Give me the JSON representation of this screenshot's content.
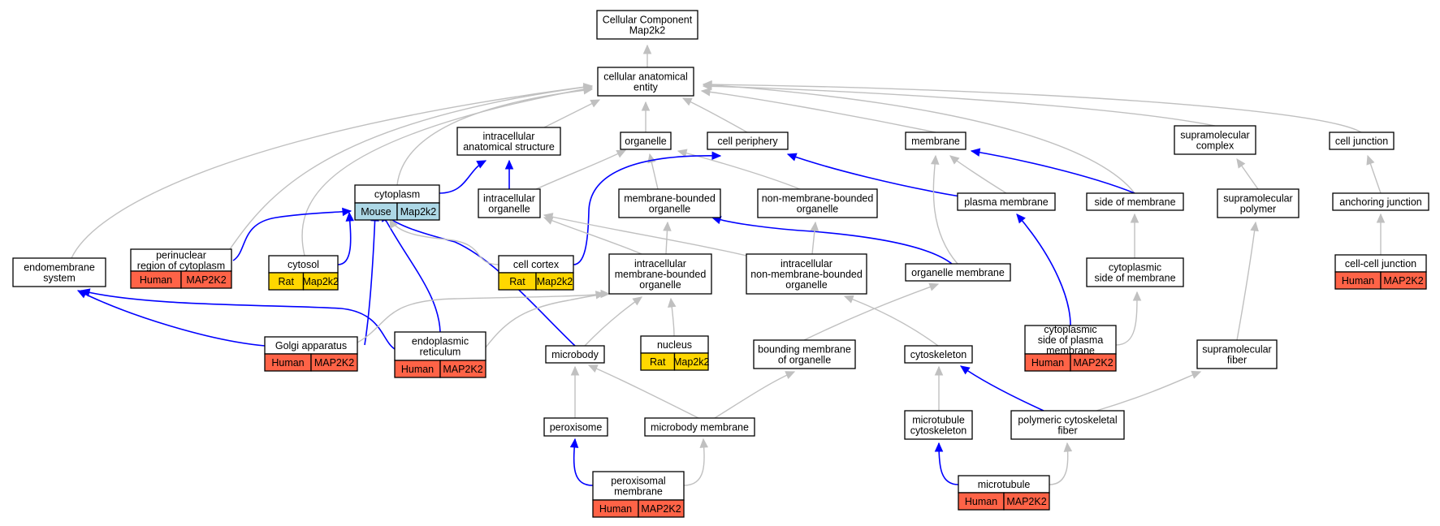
{
  "colors": {
    "mouse": "#add8e6",
    "rat": "#ffd700",
    "human": "#ff6347",
    "grey_edge": "#c0c0c0",
    "blue_edge": "#0000ff"
  },
  "nodes": {
    "root": {
      "lines": [
        "Cellular Component",
        "Map2k2"
      ]
    },
    "cae": {
      "lines": [
        "cellular anatomical",
        "entity"
      ]
    },
    "ias": {
      "lines": [
        "intracellular",
        "anatomical structure"
      ]
    },
    "organelle": {
      "lines": [
        "organelle"
      ]
    },
    "periphery": {
      "lines": [
        "cell periphery"
      ]
    },
    "membrane": {
      "lines": [
        "membrane"
      ]
    },
    "smcomplex": {
      "lines": [
        "supramolecular",
        "complex"
      ]
    },
    "junction": {
      "lines": [
        "cell junction"
      ]
    },
    "cytoplasm": {
      "lines": [
        "cytoplasm"
      ],
      "badges": [
        {
          "species": "Mouse",
          "gene": "Map2k2",
          "color": "mouse"
        }
      ]
    },
    "intorg": {
      "lines": [
        "intracellular",
        "organelle"
      ]
    },
    "mbo": {
      "lines": [
        "membrane-bounded",
        "organelle"
      ]
    },
    "nmbo": {
      "lines": [
        "non-membrane-bounded",
        "organelle"
      ]
    },
    "pm": {
      "lines": [
        "plasma membrane"
      ]
    },
    "som": {
      "lines": [
        "side of membrane"
      ]
    },
    "smpolymer": {
      "lines": [
        "supramolecular",
        "polymer"
      ]
    },
    "anchoring": {
      "lines": [
        "anchoring junction"
      ]
    },
    "endomem": {
      "lines": [
        "endomembrane",
        "system"
      ]
    },
    "perinuclear": {
      "lines": [
        "perinuclear",
        "region of cytoplasm"
      ],
      "badges": [
        {
          "species": "Human",
          "gene": "MAP2K2",
          "color": "human"
        }
      ]
    },
    "cytosol": {
      "lines": [
        "cytosol"
      ],
      "badges": [
        {
          "species": "Rat",
          "gene": "Map2k2",
          "color": "rat"
        }
      ]
    },
    "cortex": {
      "lines": [
        "cell cortex"
      ],
      "badges": [
        {
          "species": "Rat",
          "gene": "Map2k2",
          "color": "rat"
        }
      ]
    },
    "imbo": {
      "lines": [
        "intracellular",
        "membrane-bounded",
        "organelle"
      ]
    },
    "inmbo": {
      "lines": [
        "intracellular",
        "non-membrane-bounded",
        "organelle"
      ]
    },
    "orgmem": {
      "lines": [
        "organelle membrane"
      ]
    },
    "cytoside": {
      "lines": [
        "cytoplasmic",
        "side of membrane"
      ]
    },
    "ccjunction": {
      "lines": [
        "cell-cell junction"
      ],
      "badges": [
        {
          "species": "Human",
          "gene": "MAP2K2",
          "color": "human"
        }
      ]
    },
    "golgi": {
      "lines": [
        "Golgi apparatus"
      ],
      "badges": [
        {
          "species": "Human",
          "gene": "MAP2K2",
          "color": "human"
        }
      ]
    },
    "er": {
      "lines": [
        "endoplasmic",
        "reticulum"
      ],
      "badges": [
        {
          "species": "Human",
          "gene": "MAP2K2",
          "color": "human"
        }
      ]
    },
    "microbody": {
      "lines": [
        "microbody"
      ]
    },
    "nucleus": {
      "lines": [
        "nucleus"
      ],
      "badges": [
        {
          "species": "Rat",
          "gene": "Map2k2",
          "color": "rat"
        }
      ]
    },
    "bmo": {
      "lines": [
        "bounding membrane",
        "of organelle"
      ]
    },
    "cytoskeleton": {
      "lines": [
        "cytoskeleton"
      ]
    },
    "cspm": {
      "lines": [
        "cytoplasmic",
        "side of plasma",
        "membrane"
      ],
      "badges": [
        {
          "species": "Human",
          "gene": "MAP2K2",
          "color": "human"
        }
      ]
    },
    "smfiber": {
      "lines": [
        "supramolecular",
        "fiber"
      ]
    },
    "peroxisome": {
      "lines": [
        "peroxisome"
      ]
    },
    "mbmem": {
      "lines": [
        "microbody membrane"
      ]
    },
    "mtcyto": {
      "lines": [
        "microtubule",
        "cytoskeleton"
      ]
    },
    "pcf": {
      "lines": [
        "polymeric cytoskeletal",
        "fiber"
      ]
    },
    "permem": {
      "lines": [
        "peroxisomal",
        "membrane"
      ],
      "badges": [
        {
          "species": "Human",
          "gene": "MAP2K2",
          "color": "human"
        }
      ]
    },
    "microtubule": {
      "lines": [
        "microtubule"
      ],
      "badges": [
        {
          "species": "Human",
          "gene": "MAP2K2",
          "color": "human"
        }
      ]
    }
  }
}
